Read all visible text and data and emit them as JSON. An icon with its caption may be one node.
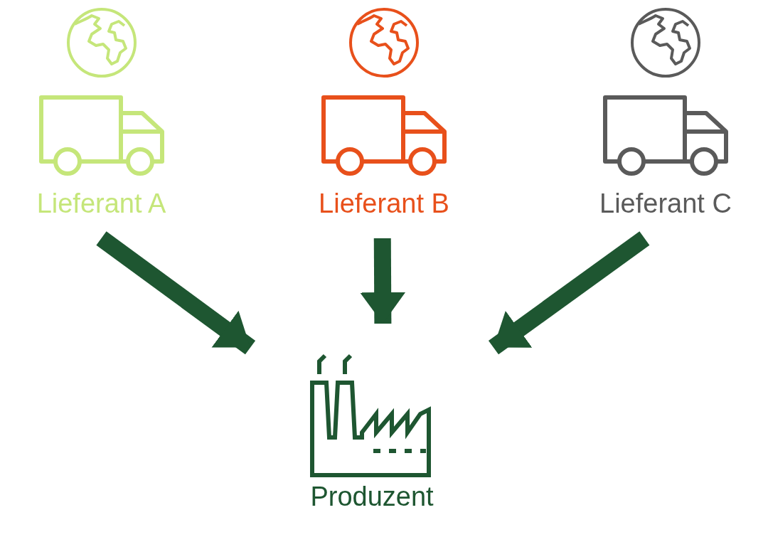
{
  "diagram": {
    "nodes": [
      {
        "text": [
          "Lieferant A"
        ]
      },
      {
        "text": [
          "Lieferant B"
        ]
      },
      {
        "text": [
          "Lieferant C"
        ]
      },
      {
        "text": [
          "Produzent"
        ]
      }
    ],
    "edges": [
      {
        "from": 0,
        "to": 3,
        "arrow": "to"
      },
      {
        "from": 1,
        "to": 3,
        "arrow": "to"
      },
      {
        "from": 2,
        "to": 3,
        "arrow": "to"
      }
    ]
  }
}
